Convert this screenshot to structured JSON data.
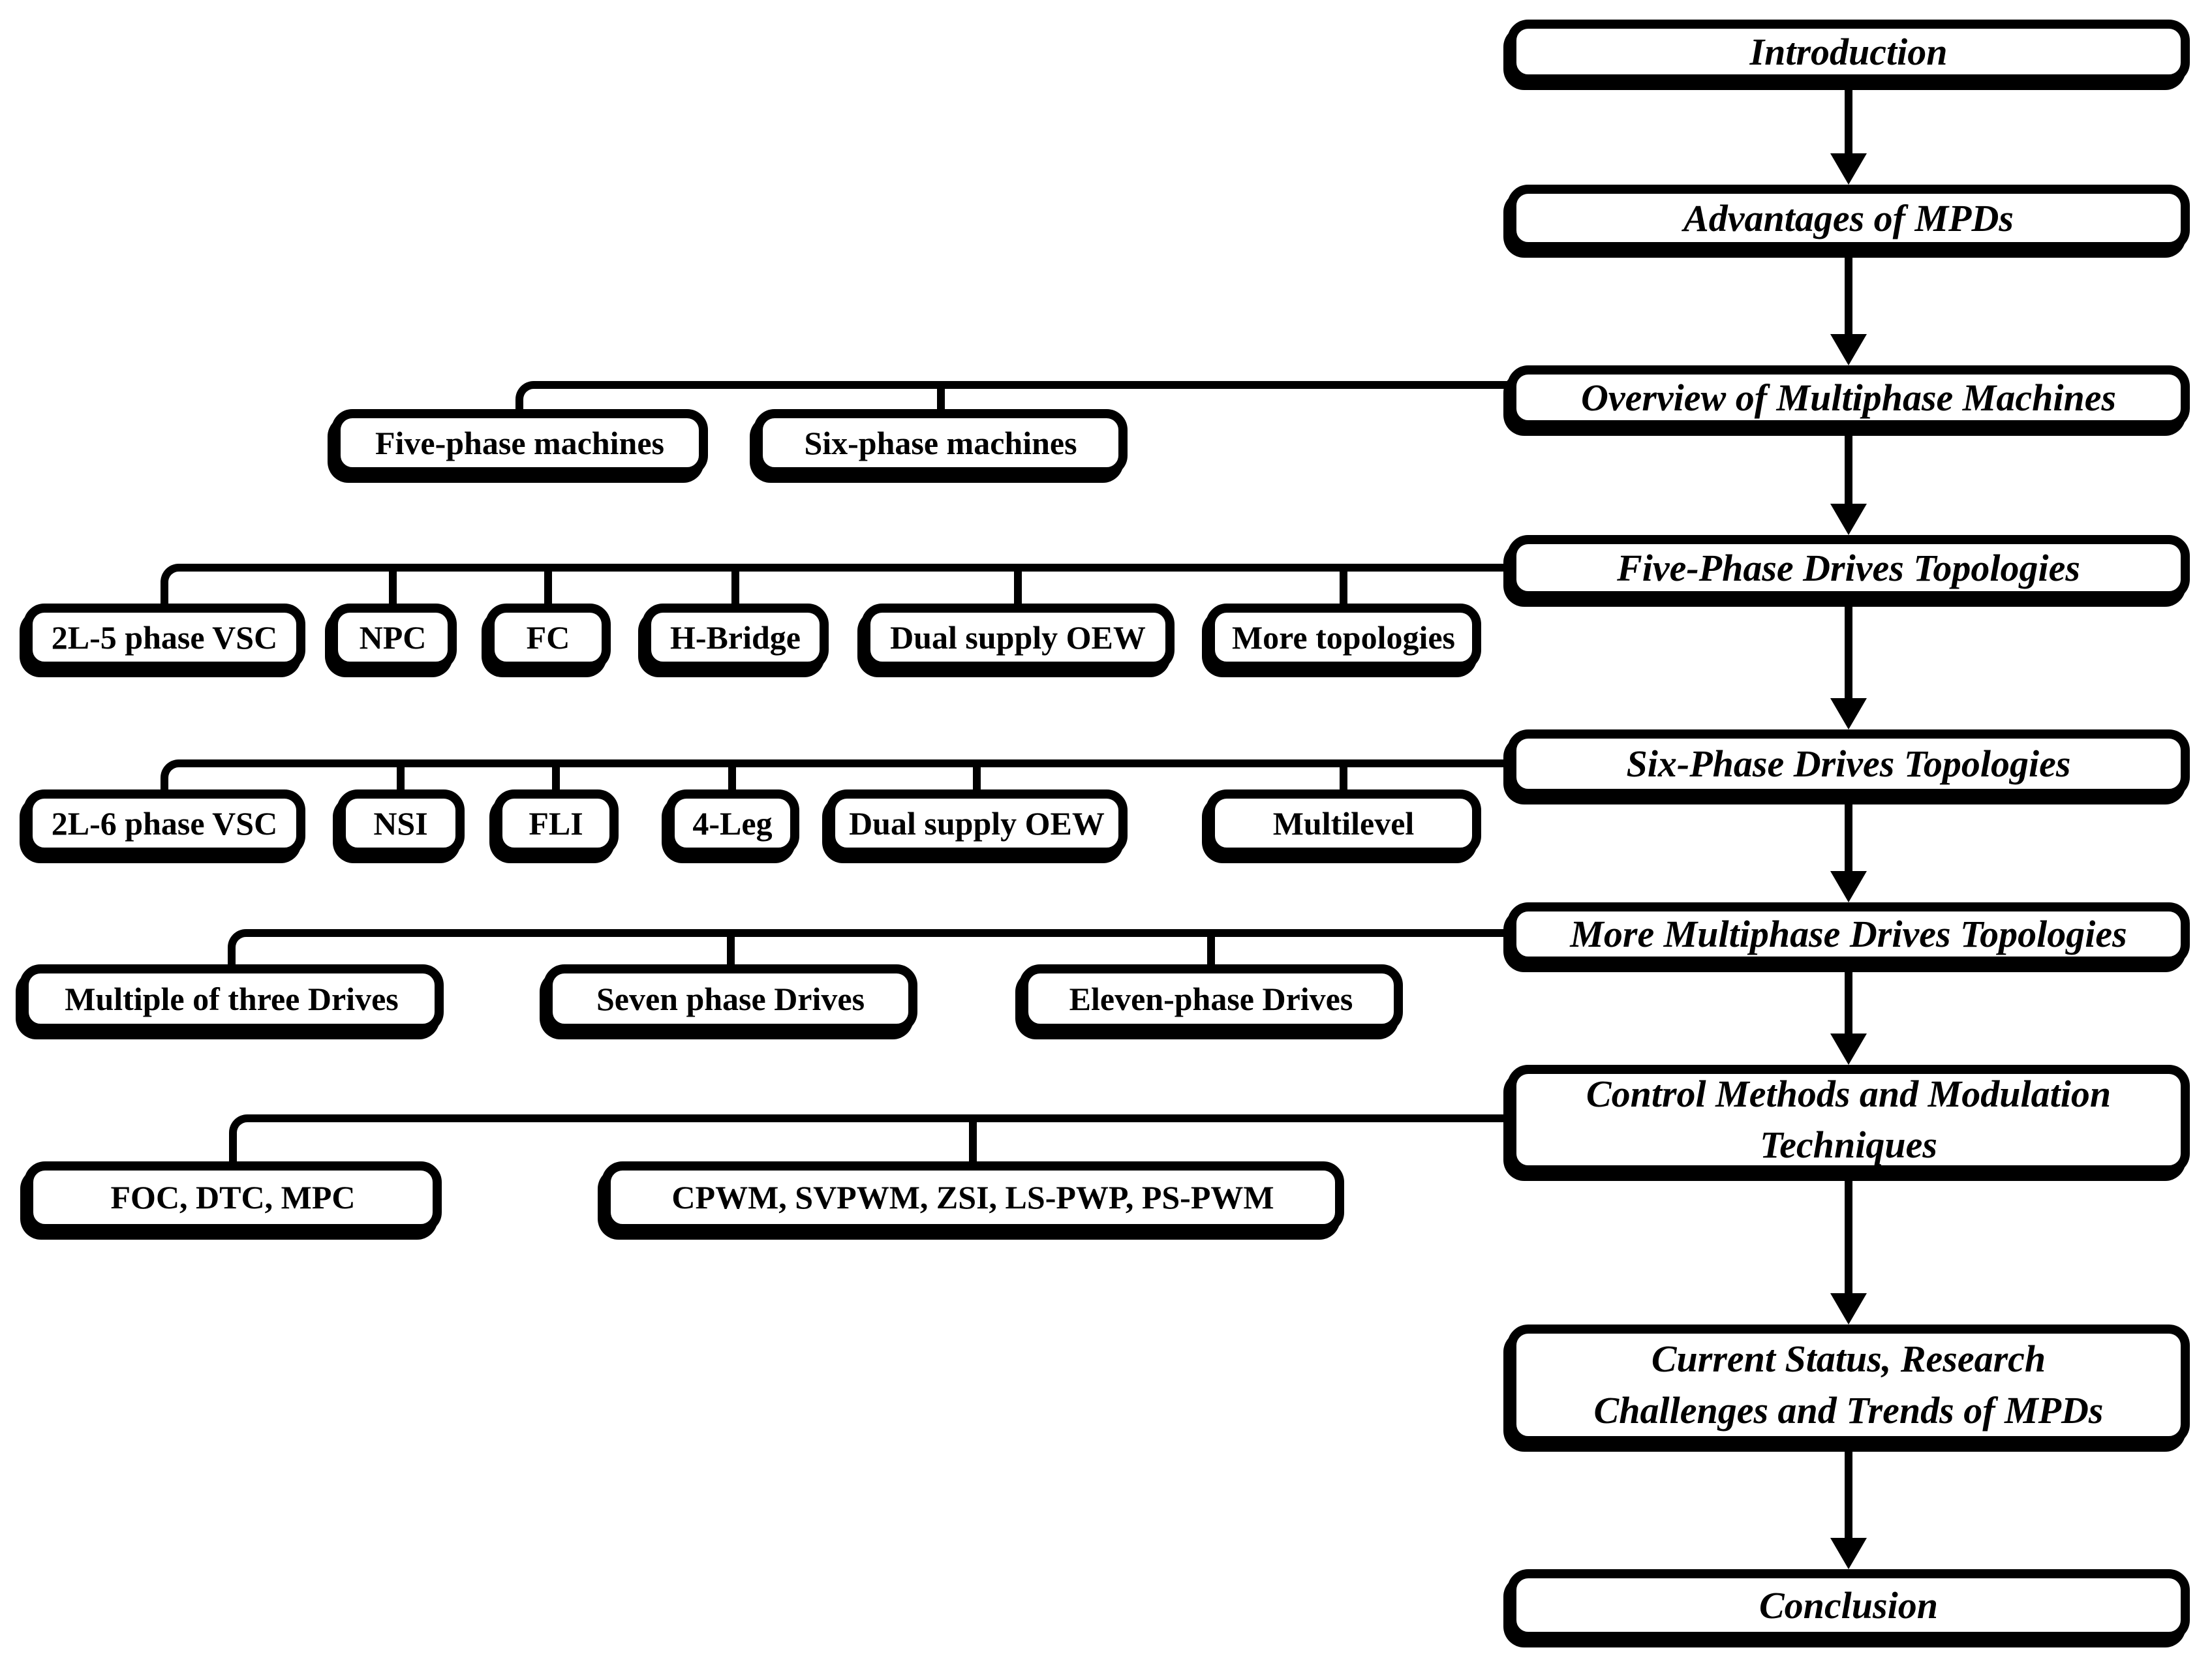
{
  "diagram": {
    "type": "flowchart",
    "background_color": "#ffffff",
    "line_color": "#000000",
    "box_fill": "#ffffff",
    "box_border_color": "#000000"
  },
  "nodes": {
    "introduction": "Introduction",
    "advantages": "Advantages of MPDs",
    "overview": "Overview of Multiphase Machines",
    "five_phase_topologies": "Five-Phase Drives Topologies",
    "six_phase_topologies": "Six-Phase Drives Topologies",
    "more_multiphase_topologies": "More Multiphase Drives Topologies",
    "control_methods": "Control Methods and Modulation\nTechniques",
    "current_status": "Current Status, Research\nChallenges and Trends of MPDs",
    "conclusion": "Conclusion",
    "five_phase_machines": "Five-phase machines",
    "six_phase_machines": "Six-phase machines",
    "vsc_5phase": "2L-5 phase VSC",
    "npc": "NPC",
    "fc": "FC",
    "h_bridge": "H-Bridge",
    "dual_supply_oew_5": "Dual supply OEW",
    "more_topologies": "More topologies",
    "vsc_6phase": "2L-6 phase VSC",
    "nsi": "NSI",
    "fli": "FLI",
    "four_leg": "4-Leg",
    "dual_supply_oew_6": "Dual supply OEW",
    "multilevel": "Multilevel",
    "multiple_of_three": "Multiple of three Drives",
    "seven_phase": "Seven phase Drives",
    "eleven_phase": "Eleven-phase Drives",
    "control_group": "FOC, DTC, MPC",
    "modulation_group": "CPWM, SVPWM, ZSI, LS-PWP, PS-PWM"
  }
}
